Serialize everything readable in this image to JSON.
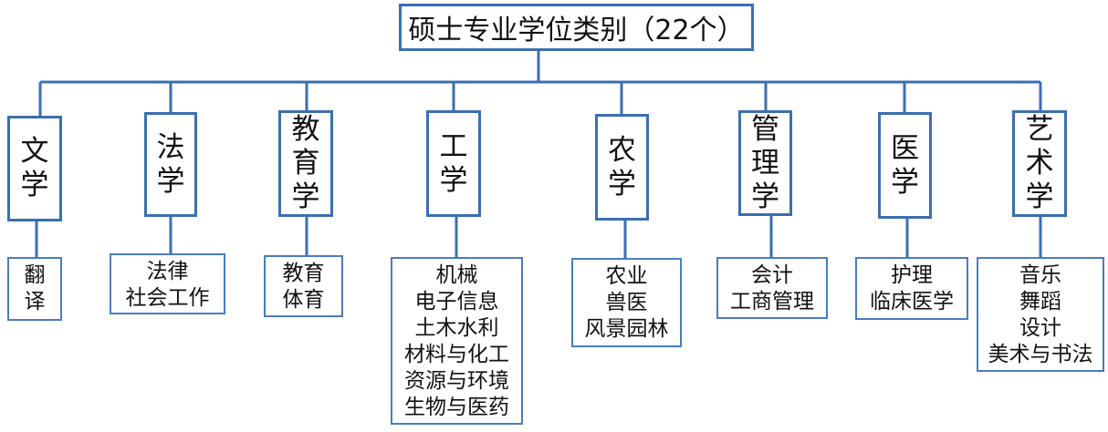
{
  "root": {
    "label": "硕士专业学位类别（22个）"
  },
  "categories": [
    {
      "label": [
        "文",
        "学"
      ],
      "items": [
        "翻",
        "译"
      ]
    },
    {
      "label": [
        "法",
        "学"
      ],
      "items": [
        "法律",
        "社会工作"
      ]
    },
    {
      "label": [
        "教",
        "育",
        "学"
      ],
      "items": [
        "教育",
        "体育"
      ]
    },
    {
      "label": [
        "工",
        "学"
      ],
      "items": [
        "机械",
        "电子信息",
        "土木水利",
        "材料与化工",
        "资源与环境",
        "生物与医药"
      ]
    },
    {
      "label": [
        "农",
        "学"
      ],
      "items": [
        "农业",
        "兽医",
        "风景园林"
      ]
    },
    {
      "label": [
        "管",
        "理",
        "学"
      ],
      "items": [
        "会计",
        "工商管理"
      ]
    },
    {
      "label": [
        "医",
        "学"
      ],
      "items": [
        "护理",
        "临床医学"
      ]
    },
    {
      "label": [
        "艺",
        "术",
        "学"
      ],
      "items": [
        "音乐",
        "舞蹈",
        "设计",
        "美术与书法"
      ]
    }
  ],
  "colors": {
    "line": "#3b6fb0",
    "border": "#3b6fb0"
  }
}
